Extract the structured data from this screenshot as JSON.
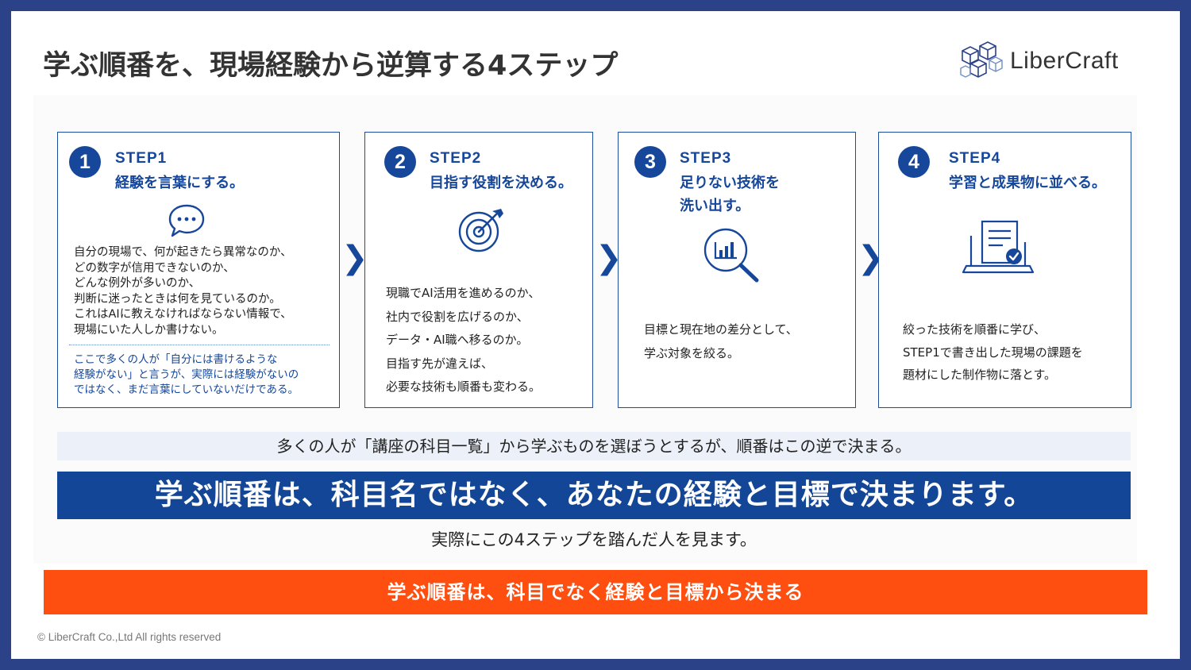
{
  "title": "学ぶ順番を、現場経験から逆算する4ステップ",
  "logo": {
    "text": "LiberCraft",
    "accent": "#2b4289"
  },
  "colors": {
    "frame": "#2b4289",
    "primary": "#16479a",
    "orange": "#fe4e10",
    "light": "#ecf0f8"
  },
  "steps": [
    {
      "number": "1",
      "label": "STEP1",
      "heading": "経験を言葉にする。",
      "icon": "speech-bubble-icon",
      "body": "自分の現場で、何が起きたら異常なのか、\nどの数字が信用できないのか、\nどんな例外が多いのか、\n判断に迷ったときは何を見ているのか。\nこれはAIに教えなければならない情報で、\n現場にいた人しか書けない。",
      "note": "ここで多くの人が「自分には書けるような\n経験がない」と言うが、実際には経験がないの\nではなく、まだ言葉にしていないだけである。"
    },
    {
      "number": "2",
      "label": "STEP2",
      "heading": "目指す役割を決める。",
      "icon": "target-icon",
      "body": "現職でAI活用を進めるのか、\n社内で役割を広げるのか、\nデータ・AI職へ移るのか。\n目指す先が違えば、\n必要な技術も順番も変わる。"
    },
    {
      "number": "3",
      "label": "STEP3",
      "heading": "足りない技術を\n洗い出す。",
      "icon": "magnifier-chart-icon",
      "body": "目標と現在地の差分として、\n学ぶ対象を絞る。"
    },
    {
      "number": "4",
      "label": "STEP4",
      "heading": "学習と成果物に並べる。",
      "icon": "laptop-document-icon",
      "body": "絞った技術を順番に学び、\nSTEP1で書き出した現場の課題を\n題材にした制作物に落とす。"
    }
  ],
  "chevron": "❯",
  "light_bar": "多くの人が「講座の科目一覧」から学ぶものを選ぼうとするが、順番はこの逆で決まる。",
  "blue_bar": "学ぶ順番は、科目名ではなく、あなたの経験と目標で決まります。",
  "sub_line": "実際にこの4ステップを踏んだ人を見ます。",
  "orange_bar": "学ぶ順番は、科目でなく経験と目標から決まる",
  "copyright": "© LiberCraft Co.,Ltd All rights reserved"
}
